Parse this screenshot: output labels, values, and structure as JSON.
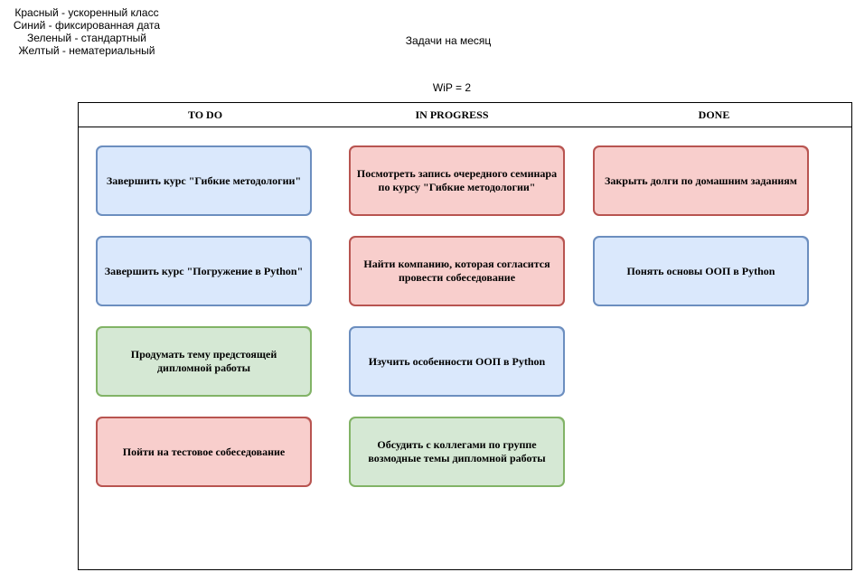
{
  "legend": {
    "red": "Красный - ускоренный класс",
    "blue": "Синий - фиксированная дата",
    "green": "Зеленый - стандартный",
    "yellow": "Желтый - нематериальный"
  },
  "title": "Задачи на месяц",
  "wip": "WiP = 2",
  "colors": {
    "red_fill": "#f8cecc",
    "red_stroke": "#b85450",
    "blue_fill": "#dae8fc",
    "blue_stroke": "#6c8ebf",
    "green_fill": "#d5e8d4",
    "green_stroke": "#82b366",
    "yellow_fill": "#fff2cc",
    "yellow_stroke": "#d6b656"
  },
  "columns": [
    {
      "title": "TO DO",
      "cards": [
        {
          "text": "Завершить курс \"Гибкие методологии\"",
          "color": "blue"
        },
        {
          "text": "Завершить курс \"Погружение в Python\"",
          "color": "blue"
        },
        {
          "text": "Продумать тему предстоящей дипломной работы",
          "color": "green"
        },
        {
          "text": "Пойти на тестовое собеседование",
          "color": "red"
        }
      ]
    },
    {
      "title": "IN PROGRESS",
      "cards": [
        {
          "text": "Посмотреть запись очередного семинара по курсу \"Гибкие методологии\"",
          "color": "red"
        },
        {
          "text": "Найти компанию, которая согласится провести собеседование",
          "color": "red"
        },
        {
          "text": "Изучить особенности ООП в Python",
          "color": "blue"
        },
        {
          "text": "Обсудить с коллегами по группе возмодные темы дипломной работы",
          "color": "green"
        }
      ]
    },
    {
      "title": "DONE",
      "cards": [
        {
          "text": "Закрыть долги по домашним заданиям",
          "color": "red"
        },
        {
          "text": "Понять основы ООП в Python",
          "color": "blue"
        }
      ]
    }
  ]
}
